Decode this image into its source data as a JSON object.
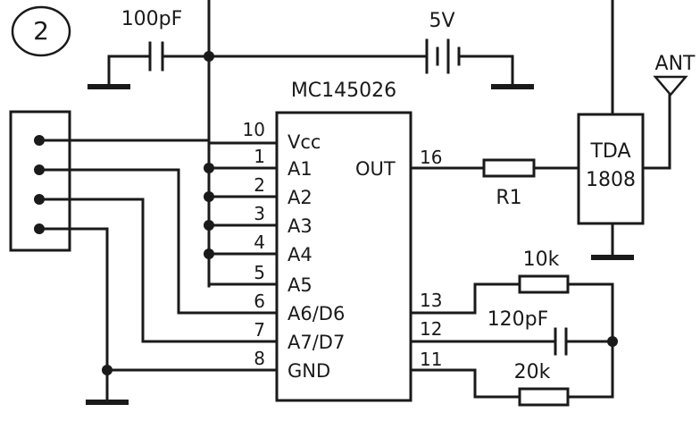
{
  "figure_number": "2",
  "ic": {
    "part_number": "MC145026",
    "pins_left": [
      {
        "number": "10",
        "name": "Vcc"
      },
      {
        "number": "1",
        "name": "A1"
      },
      {
        "number": "2",
        "name": "A2"
      },
      {
        "number": "3",
        "name": "A3"
      },
      {
        "number": "4",
        "name": "A4"
      },
      {
        "number": "5",
        "name": "A5"
      },
      {
        "number": "6",
        "name": "A6/D6"
      },
      {
        "number": "7",
        "name": "A7/D7"
      },
      {
        "number": "8",
        "name": "GND"
      }
    ],
    "pins_right": [
      {
        "number": "16",
        "name": "OUT"
      },
      {
        "number": "13",
        "name": ""
      },
      {
        "number": "12",
        "name": ""
      },
      {
        "number": "11",
        "name": ""
      }
    ]
  },
  "transmitter": {
    "line1": "TDA",
    "line2": "1808"
  },
  "components": {
    "decoupling_cap": "100pF",
    "battery": "5V",
    "antenna": "ANT",
    "resistor_out": "R1",
    "resistor_top": "10k",
    "capacitor_osc": "120pF",
    "resistor_bottom": "20k"
  }
}
